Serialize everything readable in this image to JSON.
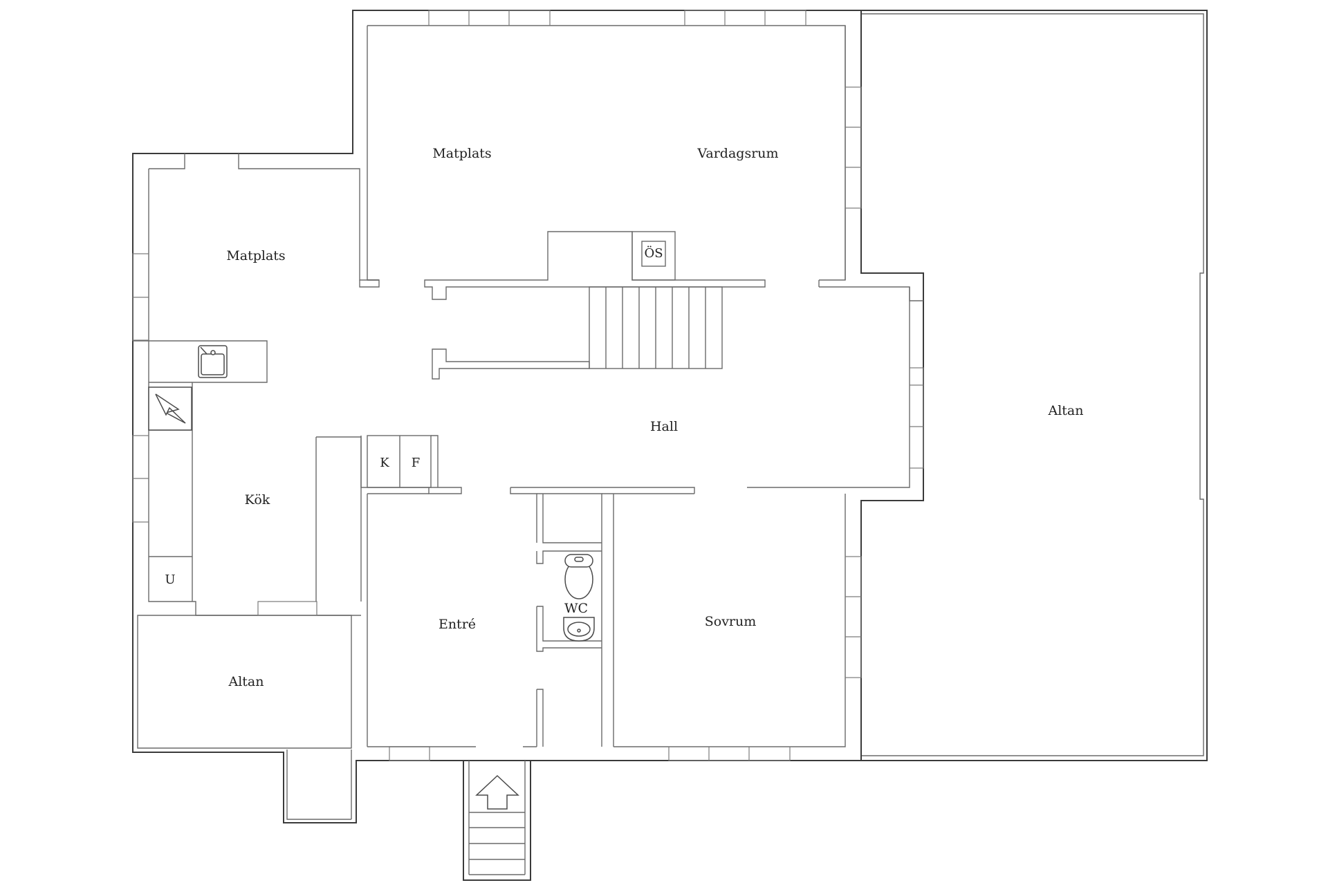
{
  "colors": {
    "wall": "#3a3a3a",
    "background": "#ffffff",
    "text": "#222222"
  },
  "rooms": {
    "matplats_top": "Matplats",
    "vardagsrum": "Vardagsrum",
    "matplats_left": "Matplats",
    "kok": "Kök",
    "hall": "Hall",
    "altan_large": "Altan",
    "altan_small": "Altan",
    "entre": "Entré",
    "sovrum": "Sovrum",
    "wc": "WC"
  },
  "fixtures": {
    "os": "ÖS",
    "k": "K",
    "f": "F",
    "u": "U"
  },
  "icons": [
    "sink-icon",
    "stove-icon",
    "toilet-icon",
    "washbasin-icon",
    "entrance-arrow-icon",
    "staircase-icon"
  ]
}
